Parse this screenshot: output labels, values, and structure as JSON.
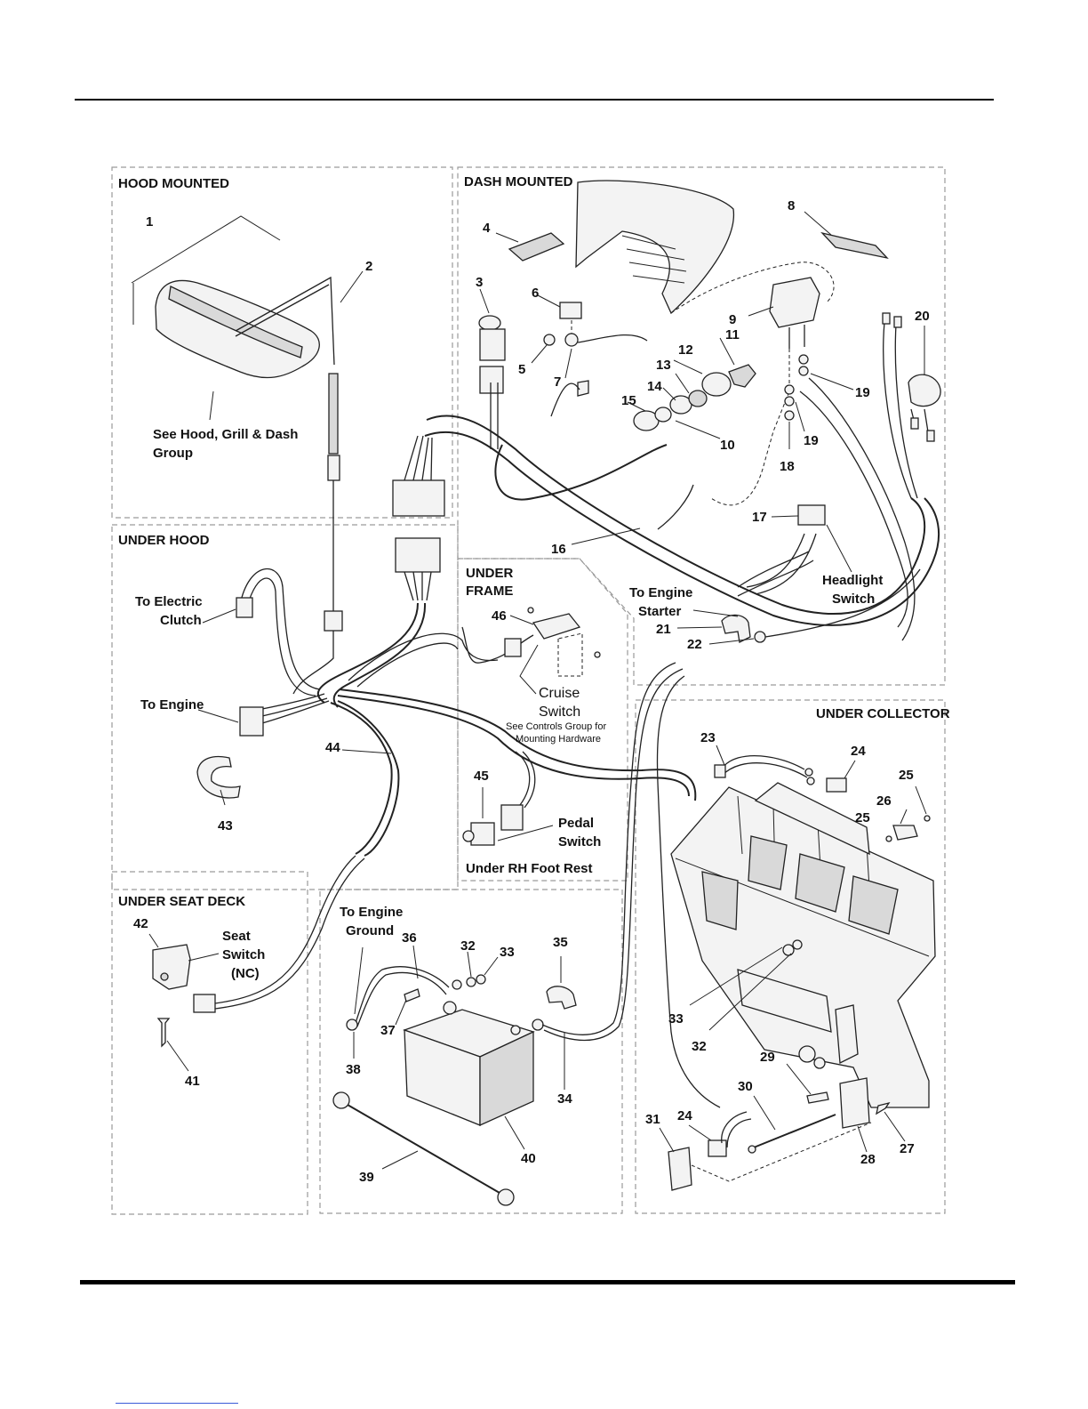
{
  "sections": {
    "hood_mounted": "HOOD MOUNTED",
    "dash_mounted": "DASH MOUNTED",
    "under_hood": "UNDER HOOD",
    "under_frame_1": "UNDER",
    "under_frame_2": "FRAME",
    "under_collector": "UNDER COLLECTOR",
    "under_seat_deck": "UNDER SEAT DECK"
  },
  "callouts": {
    "see_hood_1": "See Hood, Grill & Dash",
    "see_hood_2": "Group",
    "to_electric_1": "To Electric",
    "to_electric_2": "Clutch",
    "to_engine": "To Engine",
    "to_engine_starter_1": "To Engine",
    "to_engine_starter_2": "Starter",
    "headlight_1": "Headlight",
    "headlight_2": "Switch",
    "cruise_1": "Cruise",
    "cruise_2": "Switch",
    "see_controls_1": "See Controls Group for",
    "see_controls_2": "Mounting Hardware",
    "pedal_1": "Pedal",
    "pedal_2": "Switch",
    "under_rh_foot_rest": "Under RH Foot Rest",
    "to_engine_ground_1": "To Engine",
    "to_engine_ground_2": "Ground",
    "seat_1": "Seat",
    "seat_2": "Switch",
    "seat_3": "(NC)"
  },
  "numbers": {
    "n1": "1",
    "n2": "2",
    "n3": "3",
    "n4": "4",
    "n5": "5",
    "n6": "6",
    "n7": "7",
    "n8": "8",
    "n9": "9",
    "n10": "10",
    "n11": "11",
    "n12": "12",
    "n13": "13",
    "n14": "14",
    "n15": "15",
    "n16": "16",
    "n17": "17",
    "n18": "18",
    "n19a": "19",
    "n19b": "19",
    "n20": "20",
    "n21": "21",
    "n22": "22",
    "n23": "23",
    "n24a": "24",
    "n24b": "24",
    "n25a": "25",
    "n25b": "25",
    "n26": "26",
    "n27": "27",
    "n28": "28",
    "n29": "29",
    "n30": "30",
    "n31": "31",
    "n32a": "32",
    "n32b": "32",
    "n33a": "33",
    "n33b": "33",
    "n34": "34",
    "n35": "35",
    "n36": "36",
    "n37": "37",
    "n38": "38",
    "n39": "39",
    "n40": "40",
    "n41": "41",
    "n42": "42",
    "n43": "43",
    "n44": "44",
    "n45": "45",
    "n46": "46"
  }
}
